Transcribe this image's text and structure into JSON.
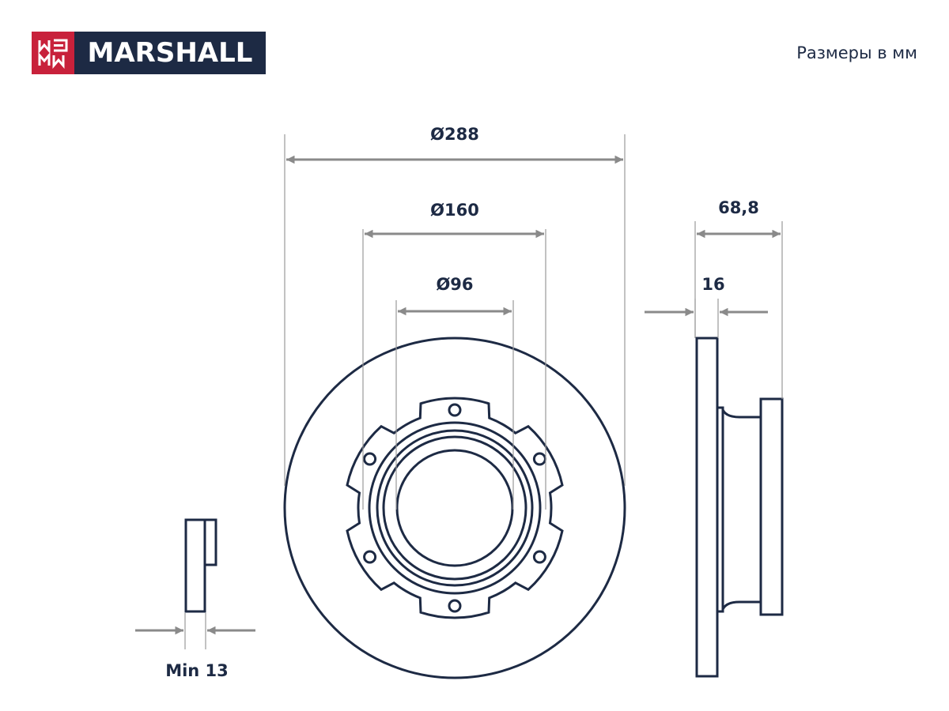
{
  "logo": {
    "text": "MARSHALL",
    "brand_color": "#c8213b",
    "dark_color": "#1d2a44"
  },
  "units_note": "Размеры в мм",
  "dimensions": {
    "outer_diameter": "Ø288",
    "pitch_diameter": "Ø160",
    "center_bore": "Ø96",
    "height": "68,8",
    "thickness": "16",
    "min_thickness": "Min 13"
  },
  "colors": {
    "outline": "#1d2a44",
    "dimension": "#8a8a8a"
  }
}
